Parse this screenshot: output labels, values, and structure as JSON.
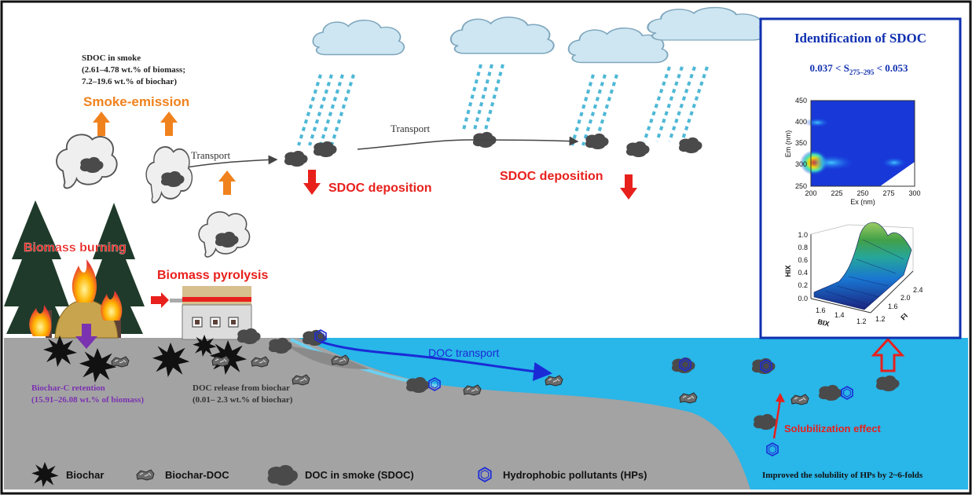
{
  "annotations": {
    "sdoc_in_smoke": [
      "SDOC in smoke",
      "(2.61–4.78 wt.% of biomass;",
      "7.2–19.6 wt.% of biochar)"
    ],
    "smoke_emission": "Smoke-emission",
    "transport_1": "Transport",
    "transport_2": "Transport",
    "sdoc_deposition_1": "SDOC deposition",
    "sdoc_deposition_2": "SDOC deposition",
    "biomass_burning": "Biomass burning",
    "biomass_pyrolysis": "Biomass pyrolysis",
    "doc_transport": "DOC transport",
    "biochar_c_retention": [
      "Biochar-C retention",
      "(15.91–26.08 wt.% of biomass)"
    ],
    "doc_release": [
      "DOC release from biochar",
      "(0.01– 2.3 wt.% of biochar)"
    ],
    "solubilization_effect": "Solubilization  effect",
    "improved_solubility": "Improved the solubility of HPs by 2~6-folds"
  },
  "legend": {
    "biochar": "Biochar",
    "biochar_doc": "Biochar-DOC",
    "doc_in_smoke": "DOC in smoke (SDOC)",
    "hydrophobic_pollutants": "Hydrophobic pollutants (HPs)"
  },
  "panel": {
    "title": "Identification of SDOC",
    "slope_prefix": "0.037 < S",
    "slope_sub": "275–295",
    "slope_suffix": " < 0.053",
    "eem": {
      "xlabel": "Ex (nm)",
      "ylabel": "Em (nm)",
      "xticks": [
        "200",
        "225",
        "250",
        "275",
        "300"
      ],
      "yticks": [
        "450",
        "400",
        "350",
        "300",
        "250"
      ]
    },
    "surface": {
      "zlabel": "HIX",
      "zticks": [
        "1.0",
        "0.8",
        "0.6",
        "0.4",
        "0.2",
        "0.0"
      ],
      "bix_label": "BIX",
      "bix_ticks": [
        "1.6",
        "1.4",
        "1.2"
      ],
      "fi_label": "FI",
      "fi_ticks": [
        "1.2",
        "1.6",
        "2.0",
        "2.4"
      ]
    }
  },
  "colors": {
    "water": "#29b6e8",
    "ground": "#a3a3a3",
    "cloud": "#cde6f2",
    "rain": "#4fb8d6",
    "orange_arrow": "#f0821e",
    "red": "#e8201c",
    "blue_text": "#1a2bd6",
    "purple": "#7a32b0",
    "panel_border": "#1030b0"
  }
}
